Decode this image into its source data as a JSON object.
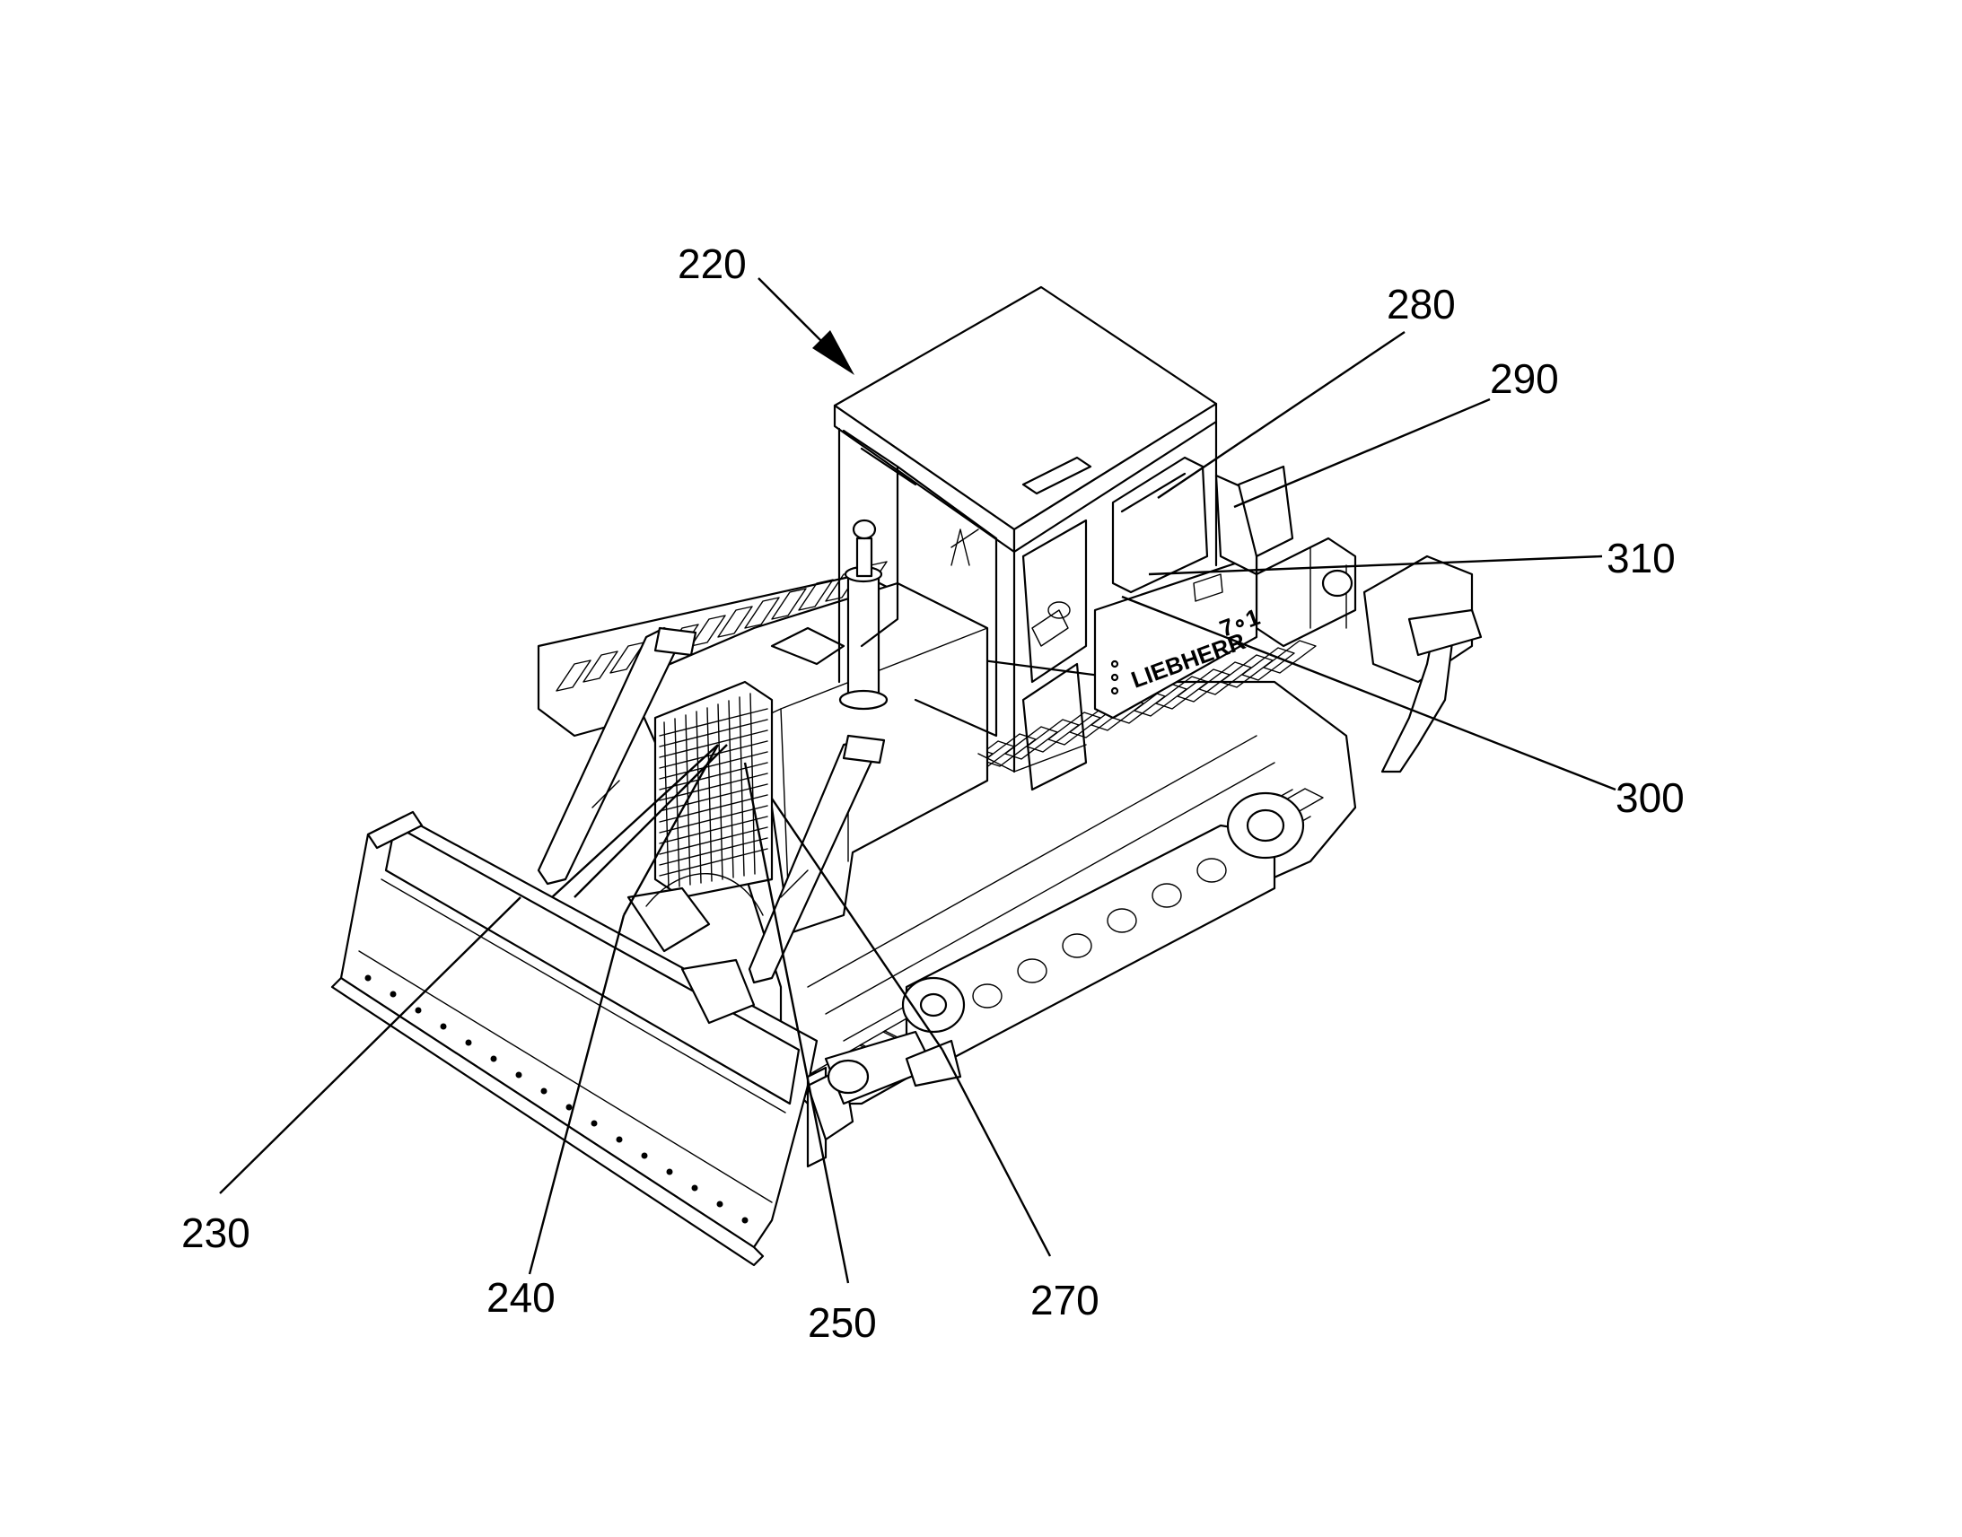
{
  "figure": {
    "brand_text": "LIEBHERR",
    "model_text": "7∘1",
    "labels": {
      "l220": "220",
      "l230": "230",
      "l240": "240",
      "l250": "250",
      "l270": "270",
      "l280": "280",
      "l290": "290",
      "l300": "300",
      "l310": "310"
    }
  }
}
